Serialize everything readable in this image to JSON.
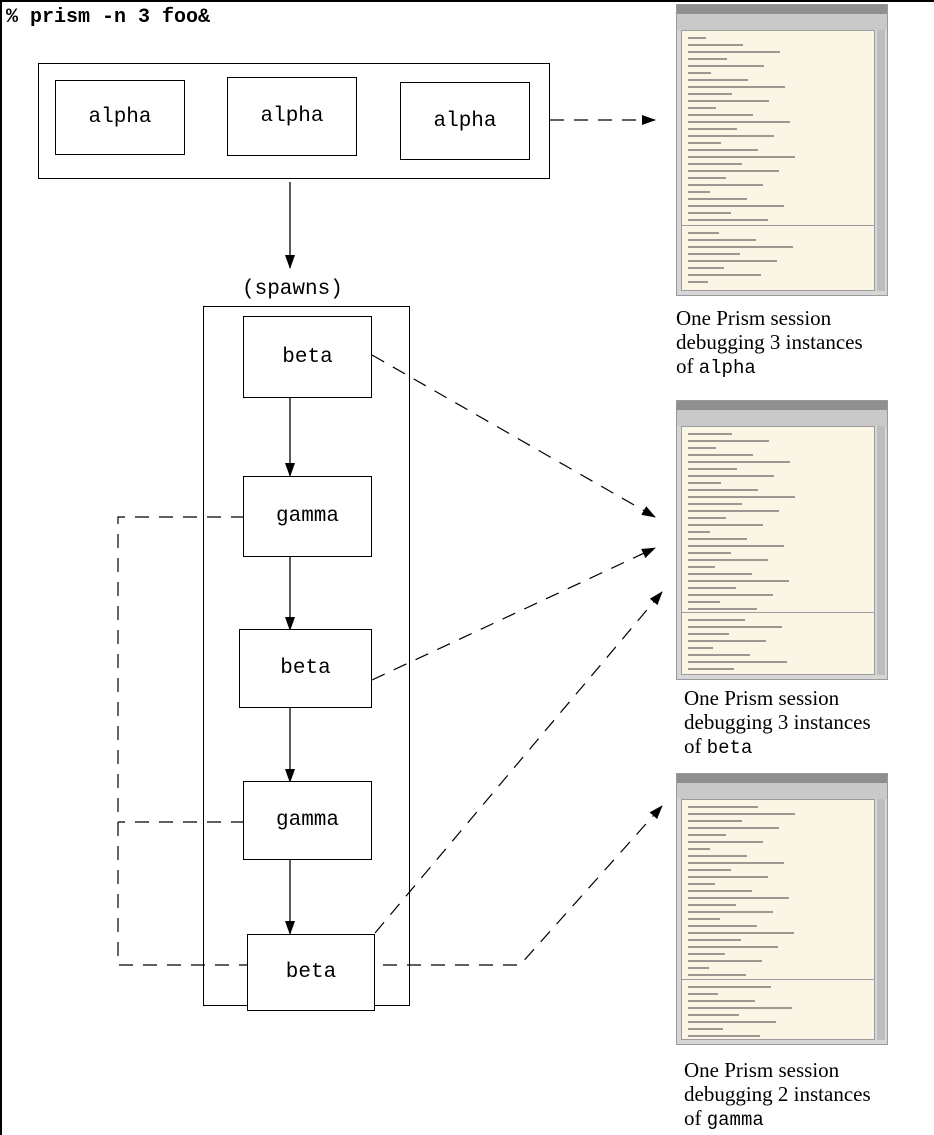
{
  "command": "% prism -n 3 foo&",
  "top_row": {
    "boxes": [
      "alpha",
      "alpha",
      "alpha"
    ]
  },
  "spawns_label": "(spawns)",
  "chain": {
    "boxes": [
      "beta",
      "gamma",
      "beta",
      "gamma",
      "beta"
    ]
  },
  "sessions": [
    {
      "line1": "One Prism session",
      "line2": "debugging 3 instances",
      "line3_prefix": "of ",
      "program": "alpha"
    },
    {
      "line1": "One Prism session",
      "line2": "debugging 3 instances",
      "line3_prefix": "of ",
      "program": "beta"
    },
    {
      "line1": "One Prism session",
      "line2": "debugging 2 instances",
      "line3_prefix": "of ",
      "program": "gamma"
    }
  ],
  "colors": {
    "pane_background": "#fbf5e6",
    "window_chrome": "#d6d6d6"
  },
  "icons": [
    "prism-window-thumbnail"
  ]
}
